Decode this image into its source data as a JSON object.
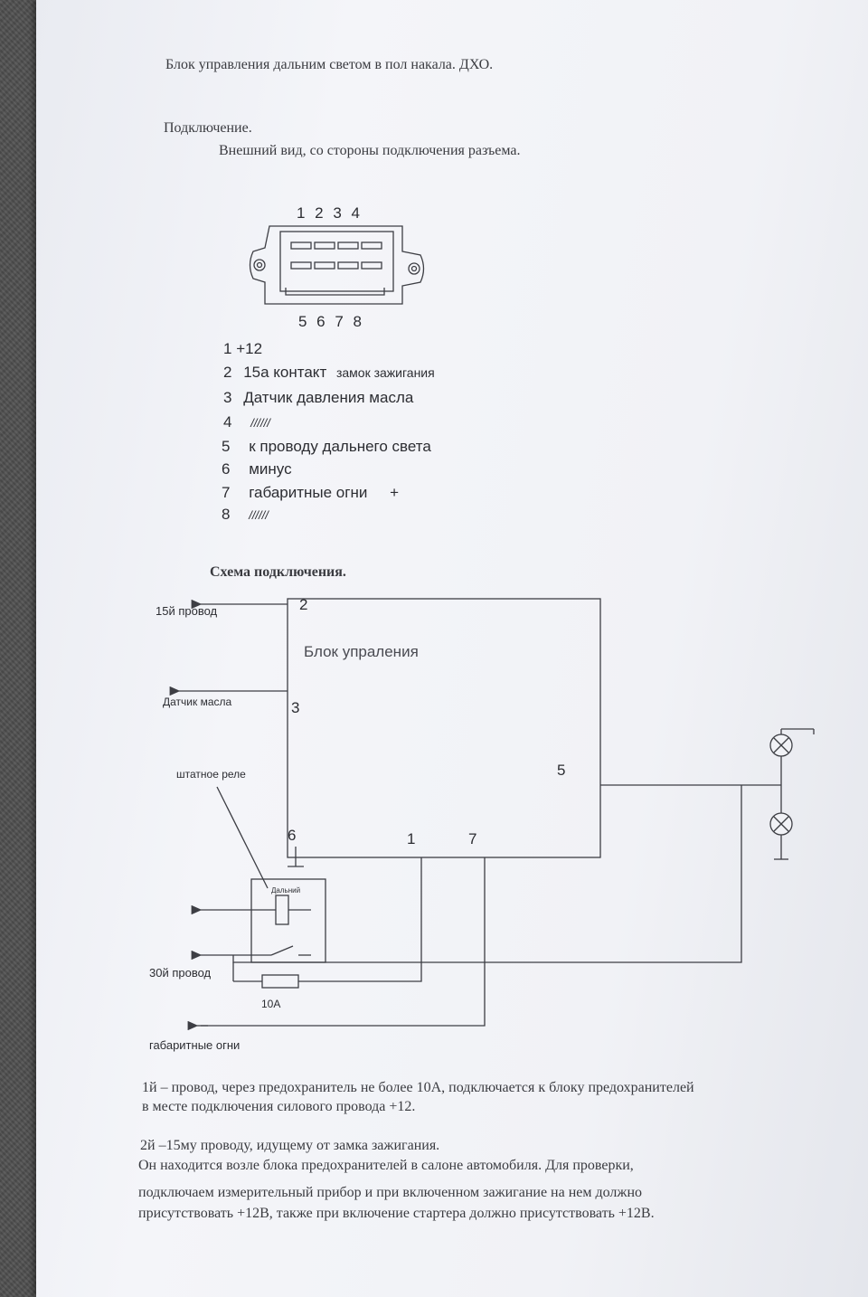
{
  "doc": {
    "title": "Блок управления дальним светом в пол накала. ДХО.",
    "connection_heading": "Подключение.",
    "connector_view_caption": "Внешний вид, со стороны подключения разъема."
  },
  "connector": {
    "top_pins": "1 2 3 4",
    "bottom_pins": "5 6 7 8"
  },
  "pinout": [
    {
      "num": "1",
      "desc": "+12",
      "note": ""
    },
    {
      "num": "2",
      "desc": "15а контакт",
      "note": "замок зажигания"
    },
    {
      "num": "3",
      "desc": "Датчик давления масла",
      "note": ""
    },
    {
      "num": "4",
      "desc": "//////",
      "note": ""
    },
    {
      "num": "5",
      "desc": "к проводу дальнего света",
      "note": ""
    },
    {
      "num": "6",
      "desc": "минус",
      "note": ""
    },
    {
      "num": "7",
      "desc": "габаритные огни",
      "note": "+"
    },
    {
      "num": "8",
      "desc": "//////",
      "note": ""
    }
  ],
  "schematic": {
    "heading": "Схема подключения.",
    "block_label": "Блок упраления",
    "pin_labels": {
      "p2": "2",
      "p3": "3",
      "p5": "5",
      "p6": "6",
      "p1": "1",
      "p7": "7"
    },
    "wire_15": "15й провод",
    "wire_oil": "Датчик масла",
    "relay_label": "штатное реле",
    "relay_coil": "Дальний",
    "wire_30": "30й провод",
    "fuse": "10А",
    "wire_parking": "габаритные огни"
  },
  "notes": {
    "n1_line1": "1й – провод, через предохранитель не более 10А, подключается к блоку предохранителей",
    "n1_line2": "в месте подключения силового провода +12.",
    "n2_line1": "2й –15му проводу, идущему от замка зажигания.",
    "n2_line2": "Он находится возле блока предохранителей в салоне автомобиля. Для проверки,",
    "n2_line3": "подключаем измерительный прибор и при включенном зажигание на нем должно",
    "n2_line4": "присутствовать +12В, также при включение стартера должно присутствовать +12В."
  }
}
